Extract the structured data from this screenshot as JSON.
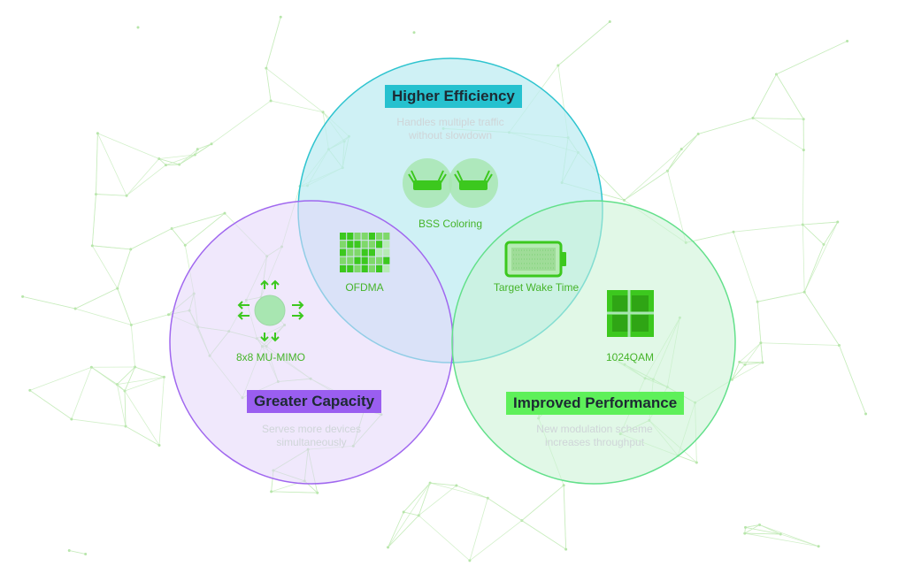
{
  "regions": {
    "efficiency": {
      "title": "Higher Efficiency",
      "desc_line1": "Handles multiple traffic",
      "desc_line2": "without slowdown",
      "color": "#26c1cf",
      "fill": "#cdeff3"
    },
    "capacity": {
      "title": "Greater Capacity",
      "desc_line1": "Serves more devices",
      "desc_line2": "simultaneously",
      "color": "#9a5ef0",
      "fill": "#e8dcfb"
    },
    "performance": {
      "title": "Improved Performance",
      "desc_line1": "New modulation scheme",
      "desc_line2": "increases throughput",
      "color": "#5ef05a",
      "fill": "#d2f6da"
    }
  },
  "features": {
    "bss": {
      "label": "BSS Coloring",
      "icon": "dual-router-icon"
    },
    "ofdma": {
      "label": "OFDMA",
      "icon": "grid-icon"
    },
    "twt": {
      "label": "Target Wake Time",
      "icon": "battery-icon"
    },
    "mumimo": {
      "label": "8x8 MU-MIMO",
      "icon": "multi-arrow-icon"
    },
    "qam": {
      "label": "1024QAM",
      "icon": "quad-square-icon"
    }
  },
  "colors": {
    "icon_green": "#3cc81e",
    "label_green": "#46b42a",
    "network_line": "#bfe8b3"
  }
}
